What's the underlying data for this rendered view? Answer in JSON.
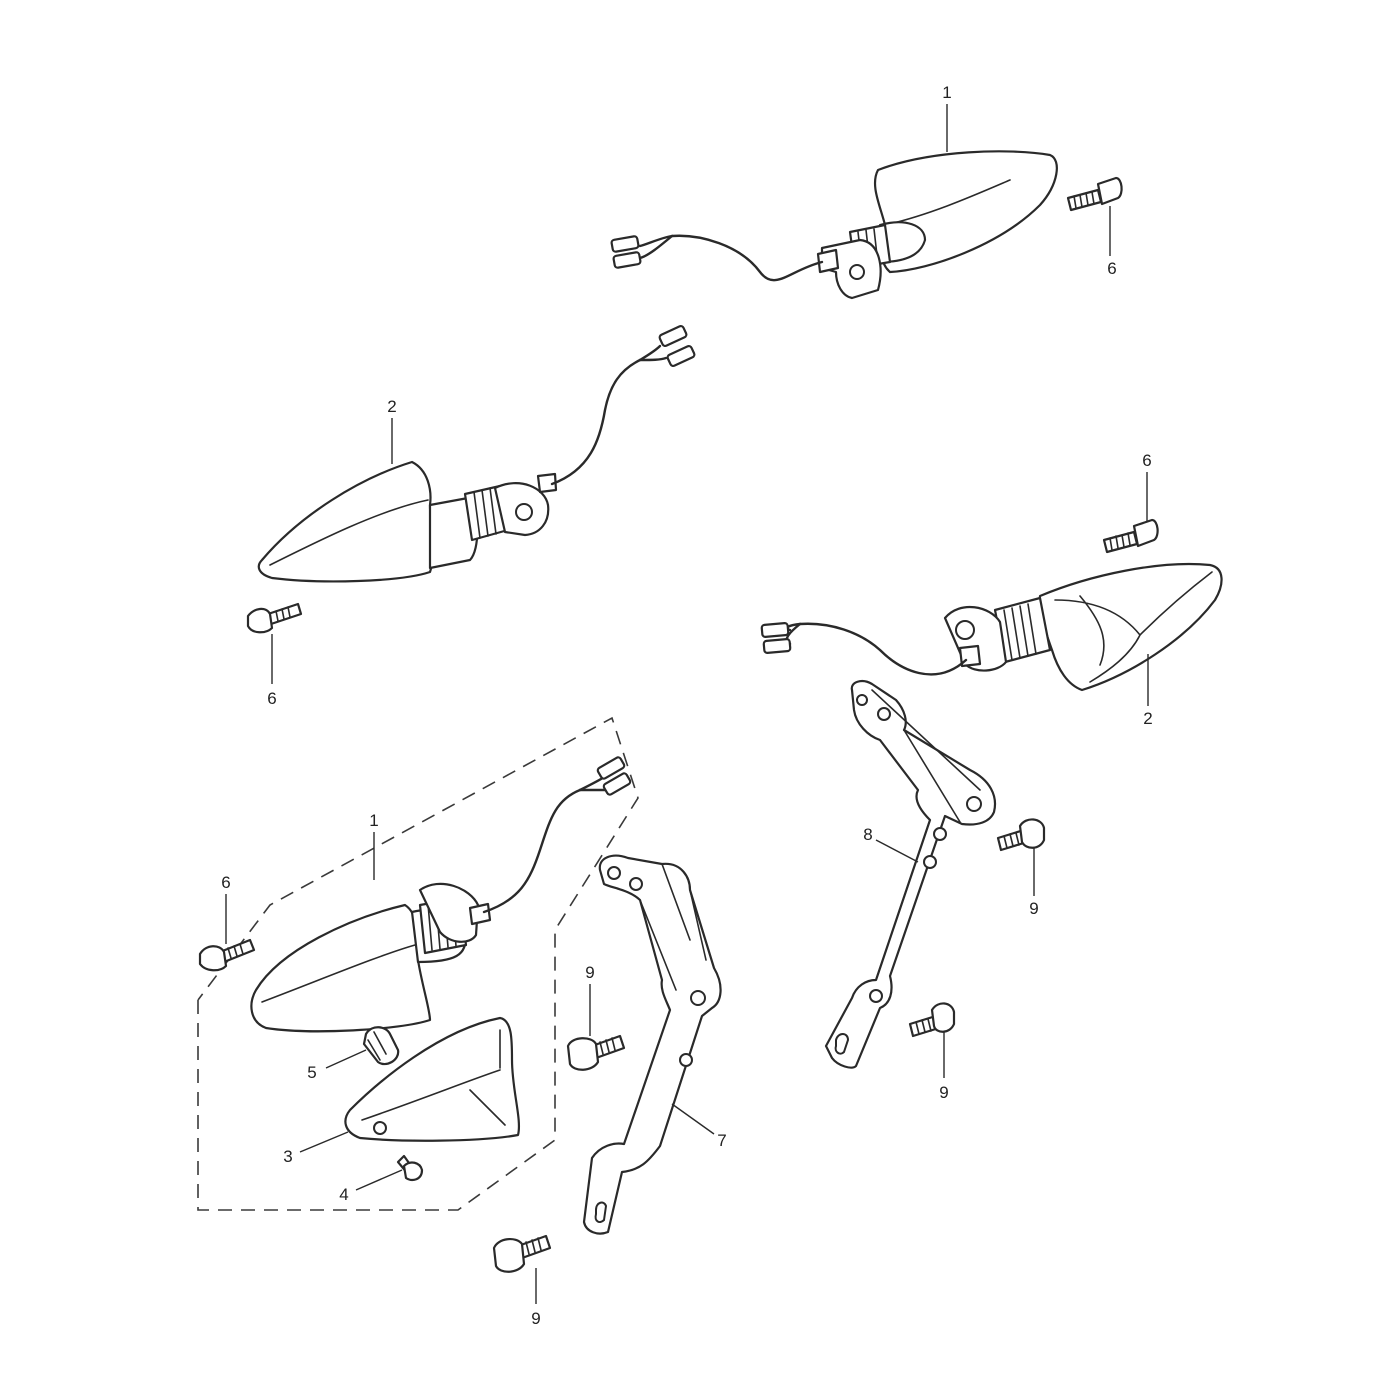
{
  "callouts": {
    "c_1_top": "1",
    "c_6_top": "6",
    "c_2_left": "2",
    "c_6_left": "6",
    "c_6_right": "6",
    "c_2_right": "2",
    "c_1_group": "1",
    "c_6_group": "6",
    "c_5": "5",
    "c_3": "3",
    "c_4": "4",
    "c_9_mid": "9",
    "c_7": "7",
    "c_8": "8",
    "c_9_right_top": "9",
    "c_9_right_bottom": "9",
    "c_9_bottom": "9"
  }
}
